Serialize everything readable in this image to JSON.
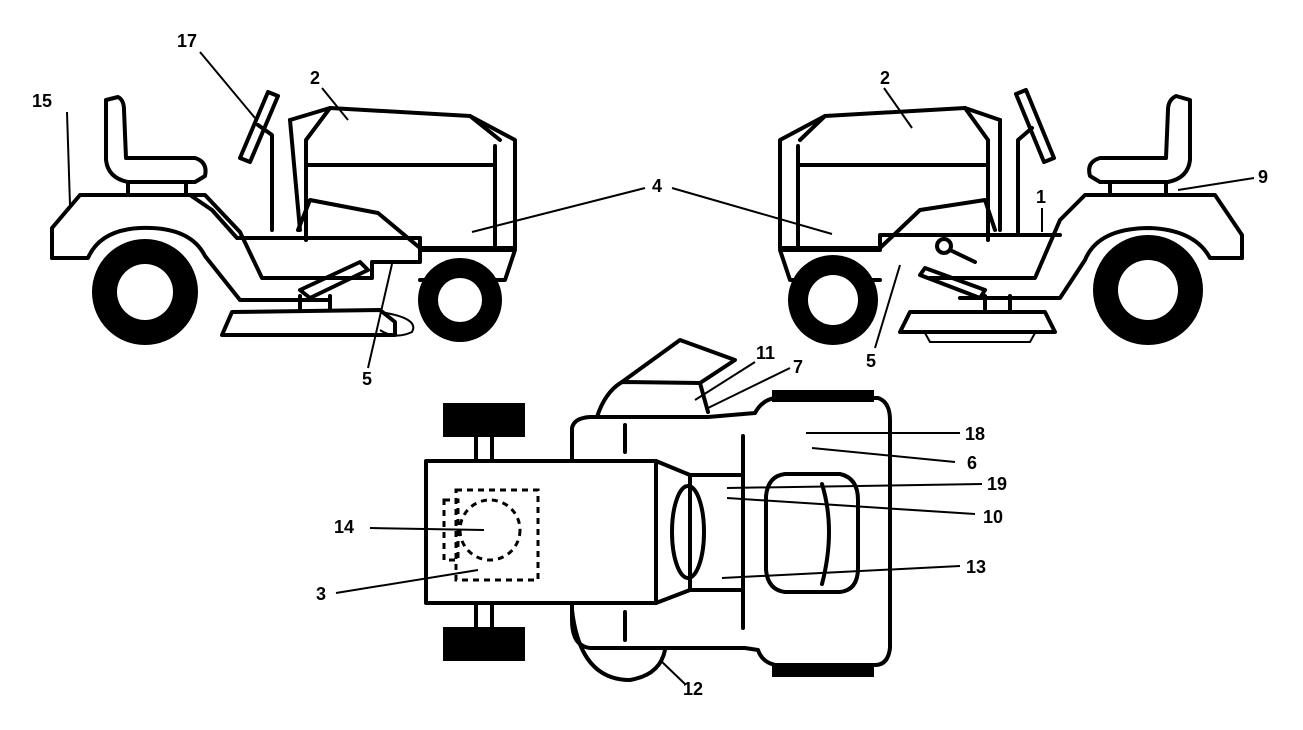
{
  "callouts": {
    "c1": "1",
    "c2_left": "2",
    "c2_right": "2",
    "c3": "3",
    "c4": "4",
    "c5_left": "5",
    "c5_right": "5",
    "c6": "6",
    "c7": "7",
    "c9": "9",
    "c10": "10",
    "c11": "11",
    "c12": "12",
    "c13": "13",
    "c14": "14",
    "c15": "15",
    "c17": "17",
    "c18": "18",
    "c19": "19"
  }
}
